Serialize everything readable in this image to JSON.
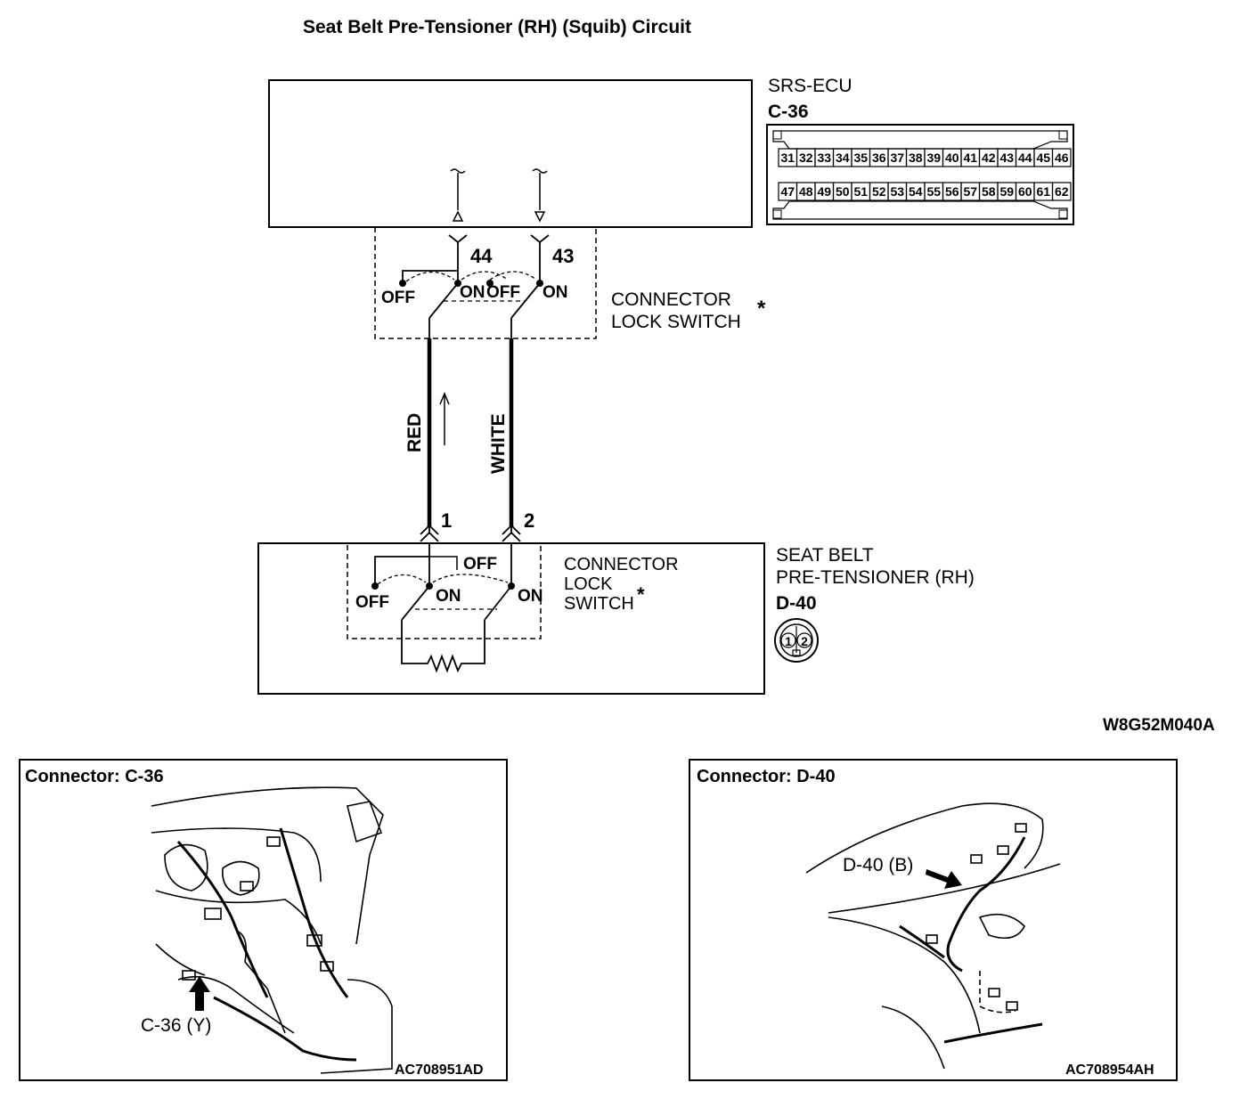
{
  "title": "Seat Belt Pre-Tensioner (RH) (Squib) Circuit",
  "ecu": {
    "name": "SRS-ECU",
    "connector_id": "C-36",
    "pin_row_1": [
      "31",
      "32",
      "33",
      "34",
      "35",
      "36",
      "37",
      "38",
      "39",
      "40",
      "41",
      "42",
      "43",
      "44",
      "45",
      "46"
    ],
    "pin_row_2": [
      "47",
      "48",
      "49",
      "50",
      "51",
      "52",
      "53",
      "54",
      "55",
      "56",
      "57",
      "58",
      "59",
      "60",
      "61",
      "62"
    ],
    "pin_left": "44",
    "pin_right": "43"
  },
  "upper_switch": {
    "line1": "CONNECTOR",
    "line2": "LOCK SWITCH",
    "asterisk": "*",
    "off_label": "OFF",
    "on_label": "ON"
  },
  "wires": {
    "left_color": "RED",
    "right_color": "WHITE"
  },
  "pretensioner": {
    "line1": "SEAT BELT",
    "line2": "PRE-TENSIONER (RH)",
    "connector_id": "D-40",
    "pin_left": "1",
    "pin_right": "2",
    "face_pin_1": "1",
    "face_pin_2": "2"
  },
  "lower_switch": {
    "line1": "CONNECTOR",
    "line2": "LOCK",
    "line3": "SWITCH",
    "asterisk": "*",
    "off_label": "OFF",
    "on_label": "ON"
  },
  "diagram_code": "W8G52M040A",
  "panels": [
    {
      "title": "Connector: C-36",
      "callout": "C-36 (Y)",
      "code": "AC708951AD"
    },
    {
      "title": "Connector: D-40",
      "callout": "D-40 (B)",
      "code": "AC708954AH"
    }
  ]
}
